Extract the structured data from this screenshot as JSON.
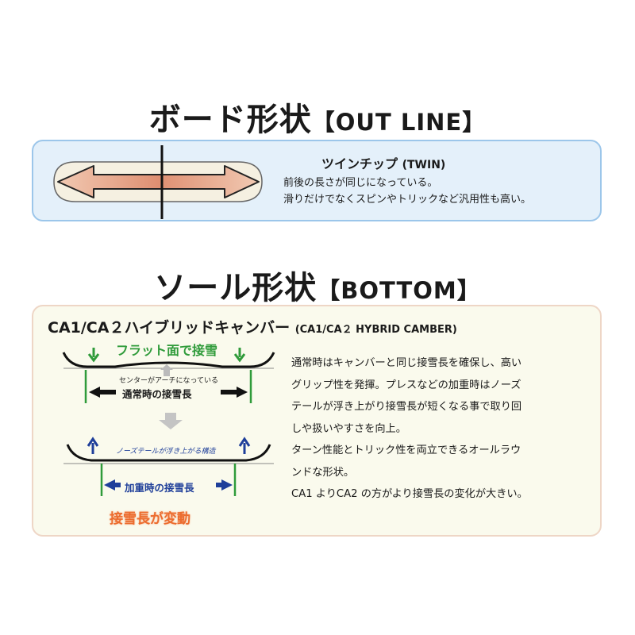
{
  "outline": {
    "heading": "ボード形状",
    "heading_en": "【OUT LINE】",
    "type_name": "ツインチップ",
    "type_en": "(TWIN)",
    "description": [
      "前後の長さが同じになっている。",
      "滑りだけでなくスピンやトリックなど汎用性も高い。"
    ]
  },
  "sole": {
    "heading": "ソール形状",
    "heading_en": "【BOTTOM】",
    "type_name": "CA1/CA２ハイブリッドキャンバー",
    "type_en": "(CA1/CA２ HYBRID CAMBER)",
    "diagram": {
      "flat_label": "フラット面で接雪",
      "center_arch_label": "センターがアーチになっている",
      "normal_contact_label": "通常時の接雪長",
      "nose_tail_label": "ノーズテールが浮き上がる構造",
      "loaded_contact_label": "加重時の接雪長",
      "change_label": "接雪長が変動"
    },
    "description": [
      "通常時はキャンバーと同じ接雪長を確保し、高い",
      "グリップ性を発揮。プレスなどの加重時はノーズ",
      "テールが浮き上がり接雪長が短くなる事で取り回",
      "しや扱いやすさを向上。",
      "ターン性能とトリック性を両立できるオールラウ",
      "ンドな形状。",
      "CA1 よりCA2 の方がより接雪長の変化が大きい。"
    ]
  },
  "colors": {
    "outline_panel_bg": "#e4f0fa",
    "outline_panel_border": "#9cc6ea",
    "sole_panel_bg": "#fafaed",
    "sole_panel_border": "#eed6c6",
    "green": "#2f9b3a",
    "blue": "#1f3f9a",
    "orange": "#ec6c2e"
  }
}
